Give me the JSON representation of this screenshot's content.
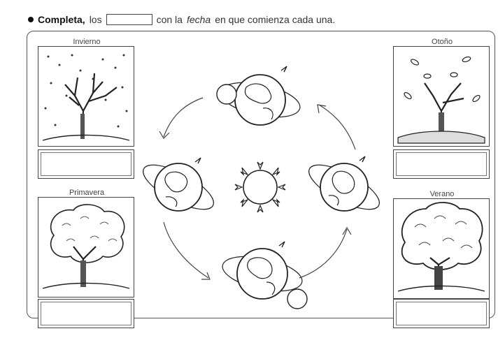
{
  "instruction": {
    "lead": "Completa,",
    "part1": "los",
    "part2": "con la",
    "italic": "fecha",
    "part3": "en que comienza cada una."
  },
  "seasons": {
    "invierno": {
      "label": "Invierno"
    },
    "otono": {
      "label": "Otoño"
    },
    "primavera": {
      "label": "Primavera"
    },
    "verano": {
      "label": "Verano"
    }
  }
}
